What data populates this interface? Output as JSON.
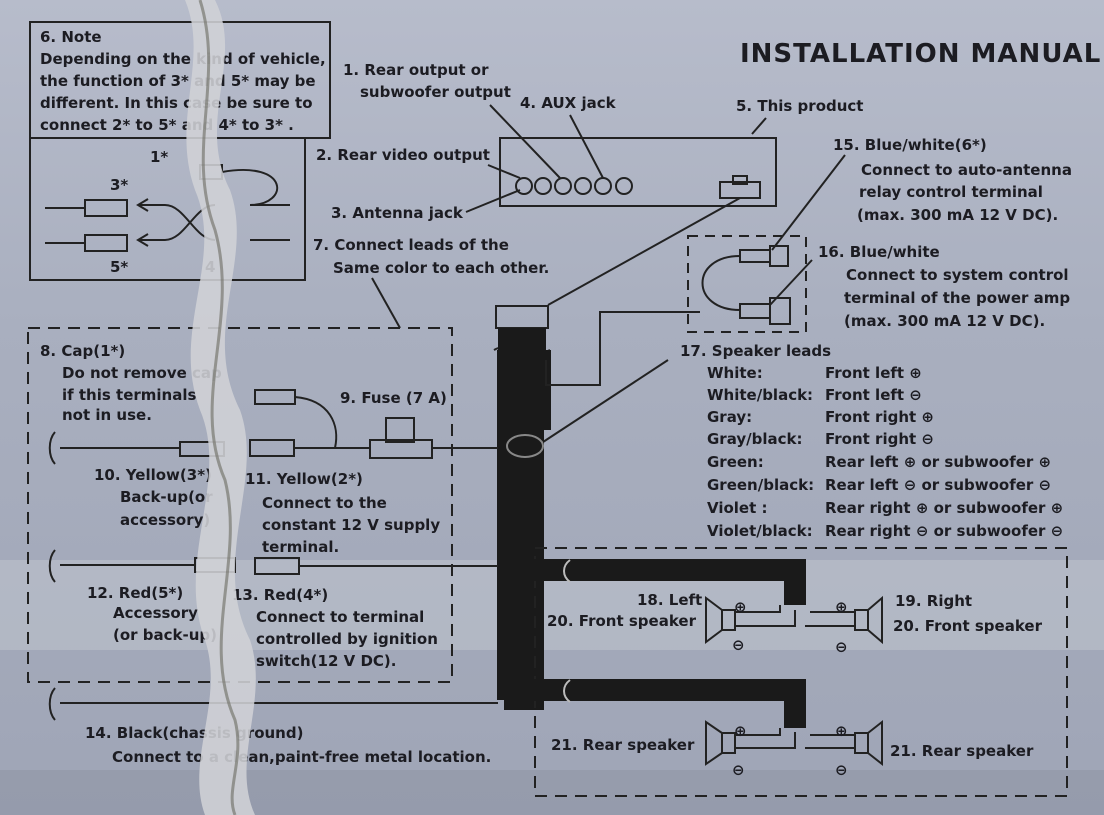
{
  "title": "INSTALLATION MANUAL",
  "note": {
    "lines": [
      "6. Note",
      "Depending on the kind of vehicle,",
      "the function of 3* and 5* may be",
      "different. In this case be sure to",
      "connect 2* to 5* and 4* to 3* ."
    ],
    "mark_1": "1*",
    "mark_3": "3*",
    "mark_5": "5*",
    "mark_4": "4"
  },
  "labels": {
    "rear_output": [
      "1. Rear output or",
      "subwoofer output"
    ],
    "aux_jack": "4. AUX jack",
    "this_product": "5. This product",
    "rear_video": "2. Rear video output",
    "antenna_jack": "3. Antenna jack",
    "connect_same": [
      "7. Connect leads of the",
      "Same color to each other."
    ],
    "cap": [
      "8. Cap(1*)",
      "Do not remove cap",
      "if this terminals",
      "not in use."
    ],
    "fuse": "9. Fuse (7 A)",
    "yellow3": [
      "10. Yellow(3*)",
      "Back-up(or",
      "accessory)"
    ],
    "yellow2": [
      "11. Yellow(2*)",
      "Connect to the",
      "constant 12 V supply",
      "terminal."
    ],
    "red5": [
      "12. Red(5*)",
      "Accessory",
      "(or back-up)"
    ],
    "red4": [
      "13. Red(4*)",
      "Connect to terminal",
      "controlled by ignition",
      "switch(12 V DC)."
    ],
    "black": [
      "14. Black(chassis ground)",
      "Connect to a clean,paint-free metal location."
    ],
    "blue_white6": [
      "15. Blue/white(6*)",
      "Connect to auto-antenna",
      "relay control terminal",
      "(max. 300 mA 12 V DC)."
    ],
    "blue_white": [
      "16. Blue/white",
      "Connect to system control",
      "terminal of the power amp",
      "(max. 300 mA 12 V DC)."
    ],
    "speaker_leads": "17. Speaker leads",
    "left_front": [
      "18. Left",
      "20. Front speaker"
    ],
    "right_front": [
      "19. Right",
      "20. Front speaker"
    ],
    "rear_left": "21. Rear speaker",
    "rear_right": "21. Rear speaker"
  },
  "speaker_leads": [
    {
      "color": "White:",
      "desc": "Front left ⊕"
    },
    {
      "color": "White/black:",
      "desc": "Front left ⊖"
    },
    {
      "color": "Gray:",
      "desc": "Front right ⊕"
    },
    {
      "color": "Gray/black:",
      "desc": "Front right ⊖"
    },
    {
      "color": "Green:",
      "desc": "Rear left ⊕ or subwoofer ⊕"
    },
    {
      "color": "Green/black:",
      "desc": "Rear left ⊖ or subwoofer ⊖"
    },
    {
      "color": "Violet :",
      "desc": "Rear right ⊕ or subwoofer ⊕"
    },
    {
      "color": "Violet/black:",
      "desc": "Rear right ⊖ or subwoofer ⊖"
    }
  ],
  "polarity": {
    "plus": "⊕",
    "minus": "⊖"
  }
}
